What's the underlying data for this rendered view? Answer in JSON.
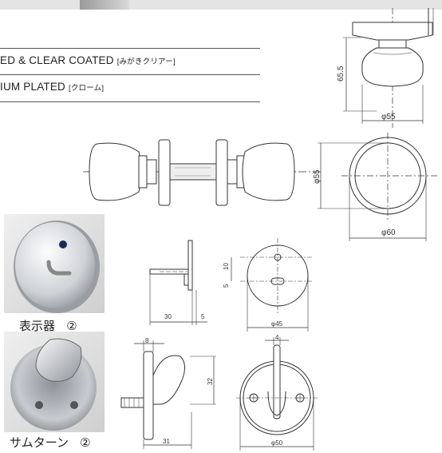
{
  "finishes": [
    {
      "en": "ED & CLEAR COATED",
      "jp": "[みがきクリアー]"
    },
    {
      "en": "IUM PLATED",
      "jp": "[クローム]"
    }
  ],
  "knob_side_view": {
    "height": "65.5",
    "diameter": "φ55"
  },
  "knob_front_view": {
    "knob_diameter": "φ55",
    "rose_diameter": "φ60"
  },
  "indicator": {
    "caption": "表示器",
    "count": "②",
    "dims": {
      "depth": "30",
      "rose_thickness": "5",
      "dia": "φ45",
      "offset_top": "10",
      "offset_bottom": "5"
    }
  },
  "thumbturn": {
    "caption": "サムターン",
    "count": "②",
    "dims": {
      "top": "8",
      "height": "32",
      "length": "31",
      "dia": "φ50",
      "width": "4"
    }
  }
}
